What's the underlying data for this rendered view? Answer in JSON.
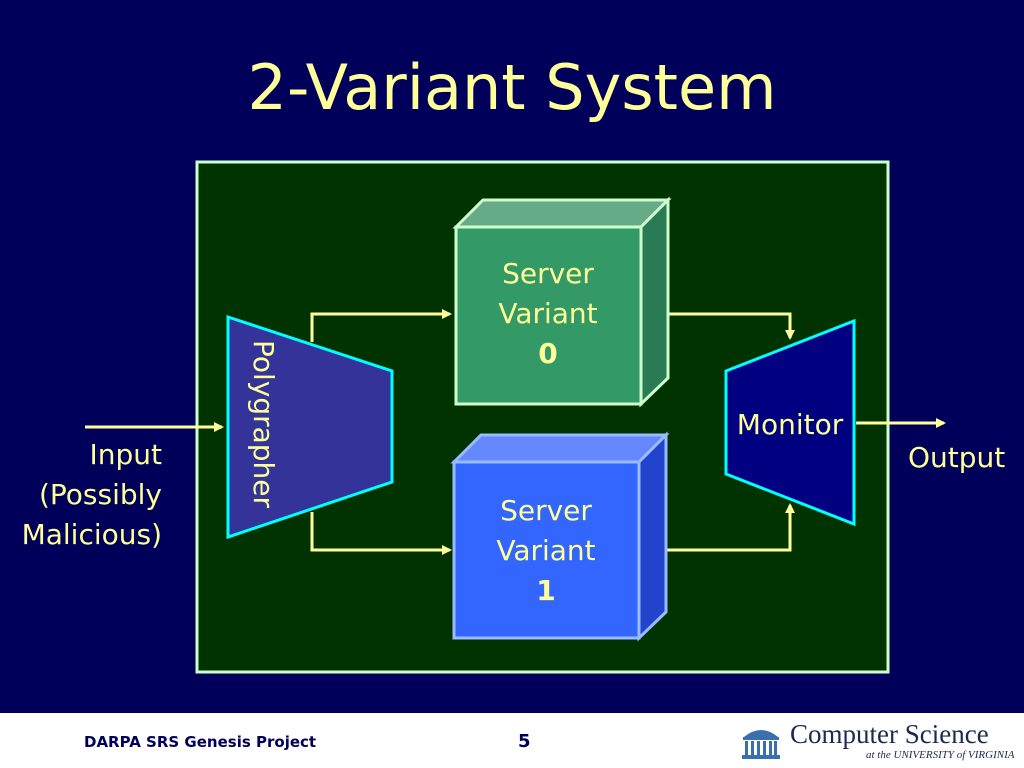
{
  "slide": {
    "title": "2-Variant System",
    "input_label": [
      "Input",
      "(Possibly",
      "Malicious)"
    ],
    "output_label": "Output",
    "polygrapher_label": "Polygrapher",
    "monitor_label": "Monitor",
    "server_variant_0": {
      "line1": "Server",
      "line2": "Variant",
      "number": "0"
    },
    "server_variant_1": {
      "line1": "Server",
      "line2": "Variant",
      "number": "1"
    }
  },
  "footer": {
    "project": "DARPA SRS Genesis Project",
    "page_number": "5",
    "logo_text": "Computer Science",
    "logo_subtext": "at the UNIVERSITY of VIRGINIA"
  },
  "colors": {
    "background": "#00005a",
    "system_box": "#003300",
    "system_border": "#ccffcc",
    "text": "#ffff99",
    "server0": "#339966",
    "server1": "#3366ff",
    "polygrapher": "#333399",
    "monitor": "#000080",
    "outline_cyan": "#00ffff"
  }
}
